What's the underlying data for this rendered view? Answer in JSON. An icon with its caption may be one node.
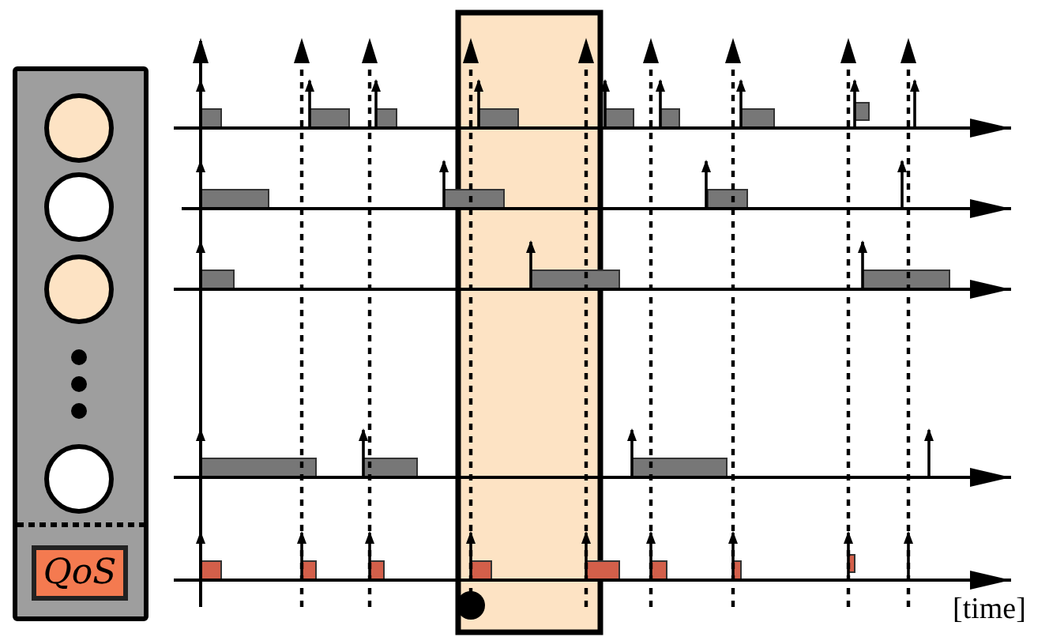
{
  "diagram": {
    "nodes": [
      {
        "text": [],
        "shape": "box"
      },
      {
        "text": [],
        "shape": "circle",
        "in": 0
      },
      {
        "text": [],
        "shape": "circle",
        "in": 0
      },
      {
        "text": [],
        "shape": "circle",
        "in": 0
      },
      {
        "text": [],
        "shape": "circle",
        "in": 0
      },
      {
        "text": [
          "QoS"
        ],
        "in": 0
      }
    ],
    "labels": [
      "[time]"
    ]
  }
}
